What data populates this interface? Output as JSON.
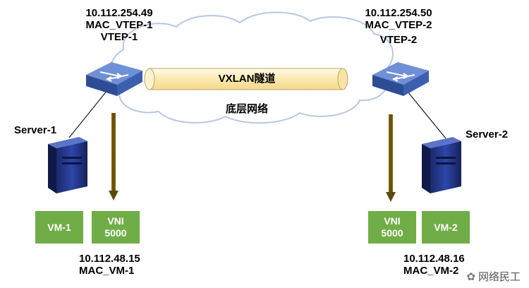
{
  "vtep1": {
    "ip": "10.112.254.49",
    "mac": "MAC_VTEP-1",
    "name": "VTEP-1"
  },
  "vtep2": {
    "ip": "10.112.254.50",
    "mac": "MAC_VTEP-2",
    "name": "VTEP-2"
  },
  "tunnel_label": "VXLAN隧道",
  "underlay_label": "底层网络",
  "server1_label": "Server-1",
  "server2_label": "Server-2",
  "vm1": {
    "label": "VM-1",
    "vni": "VNI\n5000",
    "ip": "10.112.48.15",
    "mac": "MAC_VM-1"
  },
  "vm2": {
    "label": "VM-2",
    "vni": "VNI\n5000",
    "ip": "10.112.48.16",
    "mac": "MAC_VM-2"
  },
  "watermark": "网络民工",
  "colors": {
    "vm_box": "#70ad47",
    "arrow": "#7f6000",
    "switch": "#4a6fb5",
    "tunnel": "#fff2cc"
  }
}
